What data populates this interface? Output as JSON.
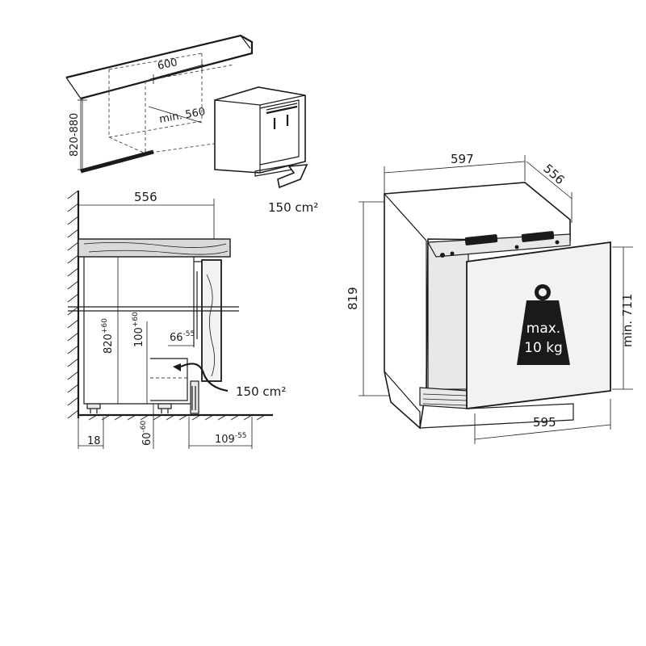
{
  "top_sketch": {
    "width_label": "600",
    "depth_label": "min. 560",
    "height_label": "820-880",
    "vent_label": "150 cm²"
  },
  "side_section": {
    "depth_label": "556",
    "height_label": "820",
    "height_tol": "+60",
    "inner_label": "100",
    "inner_tol": "+60",
    "vent_inset_label": "66",
    "vent_inset_tol": "-55",
    "vent_label": "150 cm²",
    "foot_label": "18",
    "plinth_label": "60",
    "plinth_tol": "-60",
    "plinth_depth_label": "109",
    "plinth_depth_tol": "-55"
  },
  "appliance_view": {
    "width_label": "597",
    "depth_label": "556",
    "height_label": "819",
    "door_height_label": "min. 711",
    "door_width_label": "595",
    "max_weight_line1": "max.",
    "max_weight_line2": "10 kg",
    "weight_icon": "weight-icon"
  }
}
